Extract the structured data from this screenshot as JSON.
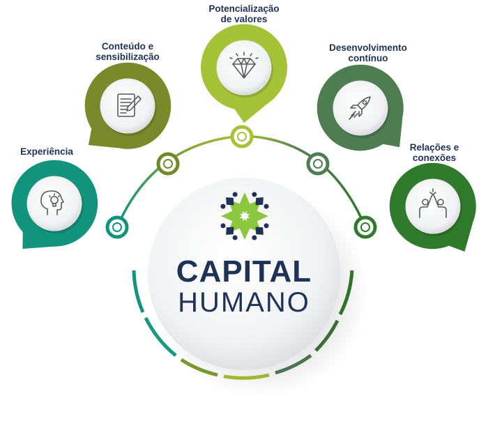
{
  "diagram": {
    "center": {
      "line1": "CAPITAL",
      "line2": "HUMANO"
    },
    "nodes": [
      {
        "id": "experiencia",
        "label": [
          "Experiência"
        ],
        "icon": "head-lightbulb-icon",
        "color": "#12937b"
      },
      {
        "id": "conteudo",
        "label": [
          "Conteúdo e",
          "sensibilização"
        ],
        "icon": "document-pen-icon",
        "color": "#7a8a2a"
      },
      {
        "id": "potencializacao",
        "label": [
          "Potencialização",
          "de valores"
        ],
        "icon": "diamond-icon",
        "color": "#a6c337"
      },
      {
        "id": "desenvolvimento",
        "label": [
          "Desenvolvimento",
          "contínuo"
        ],
        "icon": "rocket-icon",
        "color": "#4f7d52"
      },
      {
        "id": "relacoes",
        "label": [
          "Relações e",
          "conexões"
        ],
        "icon": "high-five-icon",
        "color": "#2f7a2b"
      }
    ],
    "colors": {
      "text": "#1e3157",
      "logo_green": "#8dc63f",
      "logo_navy": "#1e3157"
    }
  }
}
